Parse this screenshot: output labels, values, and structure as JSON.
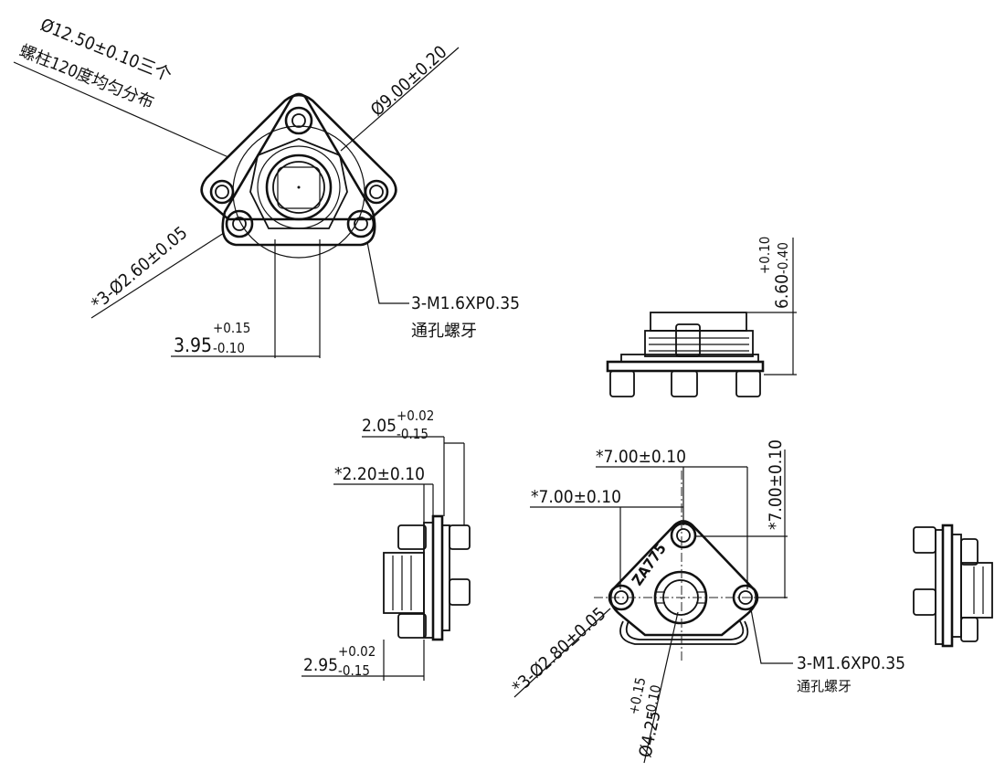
{
  "top_view": {
    "pitch_circle_label": "Ø12.50±0.10三个",
    "pitch_circle_note": "螺柱120度均匀分布",
    "outer_diameter": "Ø9.00±0.20",
    "hole_label": "*3-Ø2.60±0.05",
    "offset_nominal": "3.95",
    "offset_tol_plus": "+0.15",
    "offset_tol_minus": "-0.10",
    "thread_label": "3-M1.6XP0.35",
    "thread_note": "通孔螺牙"
  },
  "side_view_right": {
    "height_nominal": "6.60",
    "height_tol_plus": "+0.10",
    "height_tol_minus": "-0.40"
  },
  "side_view_left": {
    "dim1_nominal": "2.05",
    "dim1_tol_plus": "+0.02",
    "dim1_tol_minus": "-0.15",
    "dim2": "*2.20±0.10",
    "dim3_nominal": "2.95",
    "dim3_tol_plus": "+0.02",
    "dim3_tol_minus": "-0.15"
  },
  "bottom_view": {
    "part_marking": "ZA775",
    "horizontal_dim_1": "*7.00±0.10",
    "horizontal_dim_2": "*7.00±0.10",
    "vertical_dim": "*7.00±0.10",
    "hole_label": "*3-Ø2.80±0.05",
    "bore_nominal": "Ø4.25",
    "bore_tol_plus": "+0.15",
    "bore_tol_minus": "-0.10",
    "thread_label": "3-M1.6XP0.35",
    "thread_note": "通孔螺牙"
  }
}
